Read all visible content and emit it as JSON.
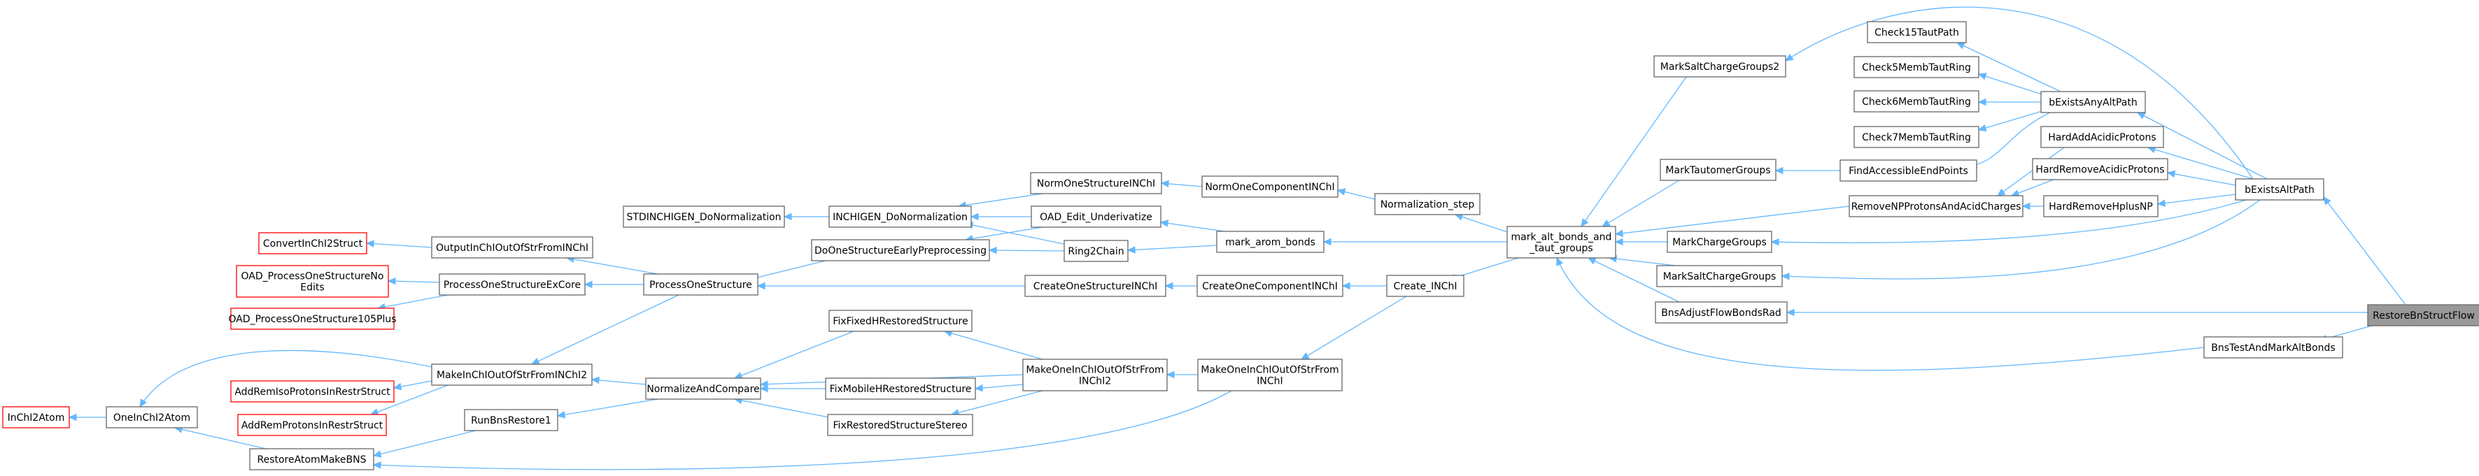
{
  "colors": {
    "edge": "#63b8ff",
    "node_border": "#666666",
    "node_border_truncated": "#ff0000",
    "root_fill": "#999999"
  },
  "nodes": [
    {
      "id": "root",
      "lines": [
        "RestoreBnStructFlow"
      ],
      "kind": "root"
    },
    {
      "id": "bExistsAltPath",
      "lines": [
        "bExistsAltPath"
      ]
    },
    {
      "id": "BnsTestAndMarkAltBonds",
      "lines": [
        "BnsTestAndMarkAltBonds"
      ]
    },
    {
      "id": "bExistsAnyAltPath",
      "lines": [
        "bExistsAnyAltPath"
      ]
    },
    {
      "id": "Check15TautPath",
      "lines": [
        "Check15TautPath"
      ]
    },
    {
      "id": "Check5MembTautRing",
      "lines": [
        "Check5MembTautRing"
      ]
    },
    {
      "id": "Check6MembTautRing",
      "lines": [
        "Check6MembTautRing"
      ]
    },
    {
      "id": "Check7MembTautRing",
      "lines": [
        "Check7MembTautRing"
      ]
    },
    {
      "id": "HardAddAcidicProtons",
      "lines": [
        "HardAddAcidicProtons"
      ]
    },
    {
      "id": "HardRemoveAcidicProtons",
      "lines": [
        "HardRemoveAcidicProtons"
      ]
    },
    {
      "id": "HardRemoveHplusNP",
      "lines": [
        "HardRemoveHplusNP"
      ]
    },
    {
      "id": "RemoveNPProtonsAndAcidCharges",
      "lines": [
        "RemoveNPProtonsAndAcidCharges"
      ]
    },
    {
      "id": "FindAccessibleEndPoints",
      "lines": [
        "FindAccessibleEndPoints"
      ]
    },
    {
      "id": "MarkSaltChargeGroups2",
      "lines": [
        "MarkSaltChargeGroups2"
      ]
    },
    {
      "id": "MarkTautomerGroups",
      "lines": [
        "MarkTautomerGroups"
      ]
    },
    {
      "id": "MarkChargeGroups",
      "lines": [
        "MarkChargeGroups"
      ]
    },
    {
      "id": "MarkSaltChargeGroups",
      "lines": [
        "MarkSaltChargeGroups"
      ]
    },
    {
      "id": "BnsAdjustFlowBondsRad",
      "lines": [
        "BnsAdjustFlowBondsRad"
      ]
    },
    {
      "id": "mark_alt_bonds",
      "lines": [
        "mark_alt_bonds_and",
        "_taut_groups"
      ]
    },
    {
      "id": "Normalization_step",
      "lines": [
        "Normalization_step"
      ]
    },
    {
      "id": "mark_arom_bonds",
      "lines": [
        "mark_arom_bonds"
      ]
    },
    {
      "id": "Create_INChI",
      "lines": [
        "Create_INChI"
      ]
    },
    {
      "id": "NormOneComponentINChI",
      "lines": [
        "NormOneComponentINChI"
      ]
    },
    {
      "id": "CreateOneComponentINChI",
      "lines": [
        "CreateOneComponentINChI"
      ]
    },
    {
      "id": "MakeOneInChIOutOfStrFromINChI",
      "lines": [
        "MakeOneInChIOutOfStrFrom",
        "INChI"
      ]
    },
    {
      "id": "NormOneStructureINChI",
      "lines": [
        "NormOneStructureINChI"
      ]
    },
    {
      "id": "OAD_Edit_Underivatize",
      "lines": [
        "OAD_Edit_Underivatize"
      ]
    },
    {
      "id": "Ring2Chain",
      "lines": [
        "Ring2Chain"
      ]
    },
    {
      "id": "CreateOneStructureINChI",
      "lines": [
        "CreateOneStructureINChI"
      ]
    },
    {
      "id": "MakeOneInChIOutOfStrFromINChI2",
      "lines": [
        "MakeOneInChIOutOfStrFrom",
        "INChI2"
      ]
    },
    {
      "id": "INCHIGEN_DoNormalization",
      "lines": [
        "INCHIGEN_DoNormalization"
      ]
    },
    {
      "id": "DoOneStructureEarlyPreprocessing",
      "lines": [
        "DoOneStructureEarlyPreprocessing"
      ]
    },
    {
      "id": "FixFixedHRestoredStructure",
      "lines": [
        "FixFixedHRestoredStructure"
      ]
    },
    {
      "id": "FixMobileHRestoredStructure",
      "lines": [
        "FixMobileHRestoredStructure"
      ]
    },
    {
      "id": "FixRestoredStructureStereo",
      "lines": [
        "FixRestoredStructureStereo"
      ]
    },
    {
      "id": "STDINCHIGEN_DoNormalization",
      "lines": [
        "STDINCHIGEN_DoNormalization"
      ]
    },
    {
      "id": "ProcessOneStructure",
      "lines": [
        "ProcessOneStructure"
      ]
    },
    {
      "id": "NormalizeAndCompare",
      "lines": [
        "NormalizeAndCompare"
      ]
    },
    {
      "id": "OutputInChIOutOfStrFromINChI",
      "lines": [
        "OutputInChIOutOfStrFromINChI"
      ]
    },
    {
      "id": "ProcessOneStructureExCore",
      "lines": [
        "ProcessOneStructureExCore"
      ]
    },
    {
      "id": "MakeInChIOutOfStrFromINChI2",
      "lines": [
        "MakeInChIOutOfStrFromINChI2"
      ]
    },
    {
      "id": "RunBnsRestore1",
      "lines": [
        "RunBnsRestore1"
      ]
    },
    {
      "id": "ConvertInChI2Struct",
      "lines": [
        "ConvertInChI2Struct"
      ],
      "kind": "red"
    },
    {
      "id": "OAD_ProcessOneStructureNoEdits",
      "lines": [
        "OAD_ProcessOneStructureNo",
        "Edits"
      ],
      "kind": "red"
    },
    {
      "id": "OAD_ProcessOneStructure105Plus",
      "lines": [
        "OAD_ProcessOneStructure105Plus"
      ],
      "kind": "red"
    },
    {
      "id": "AddRemIsoProtonsInRestrStruct",
      "lines": [
        "AddRemIsoProtonsInRestrStruct"
      ],
      "kind": "red"
    },
    {
      "id": "AddRemProtonsInRestrStruct",
      "lines": [
        "AddRemProtonsInRestrStruct"
      ],
      "kind": "red"
    },
    {
      "id": "RestoreAtomMakeBNS",
      "lines": [
        "RestoreAtomMakeBNS"
      ]
    },
    {
      "id": "OneInChI2Atom",
      "lines": [
        "OneInChI2Atom"
      ]
    },
    {
      "id": "InChI2Atom",
      "lines": [
        "InChI2Atom"
      ],
      "kind": "red"
    }
  ]
}
